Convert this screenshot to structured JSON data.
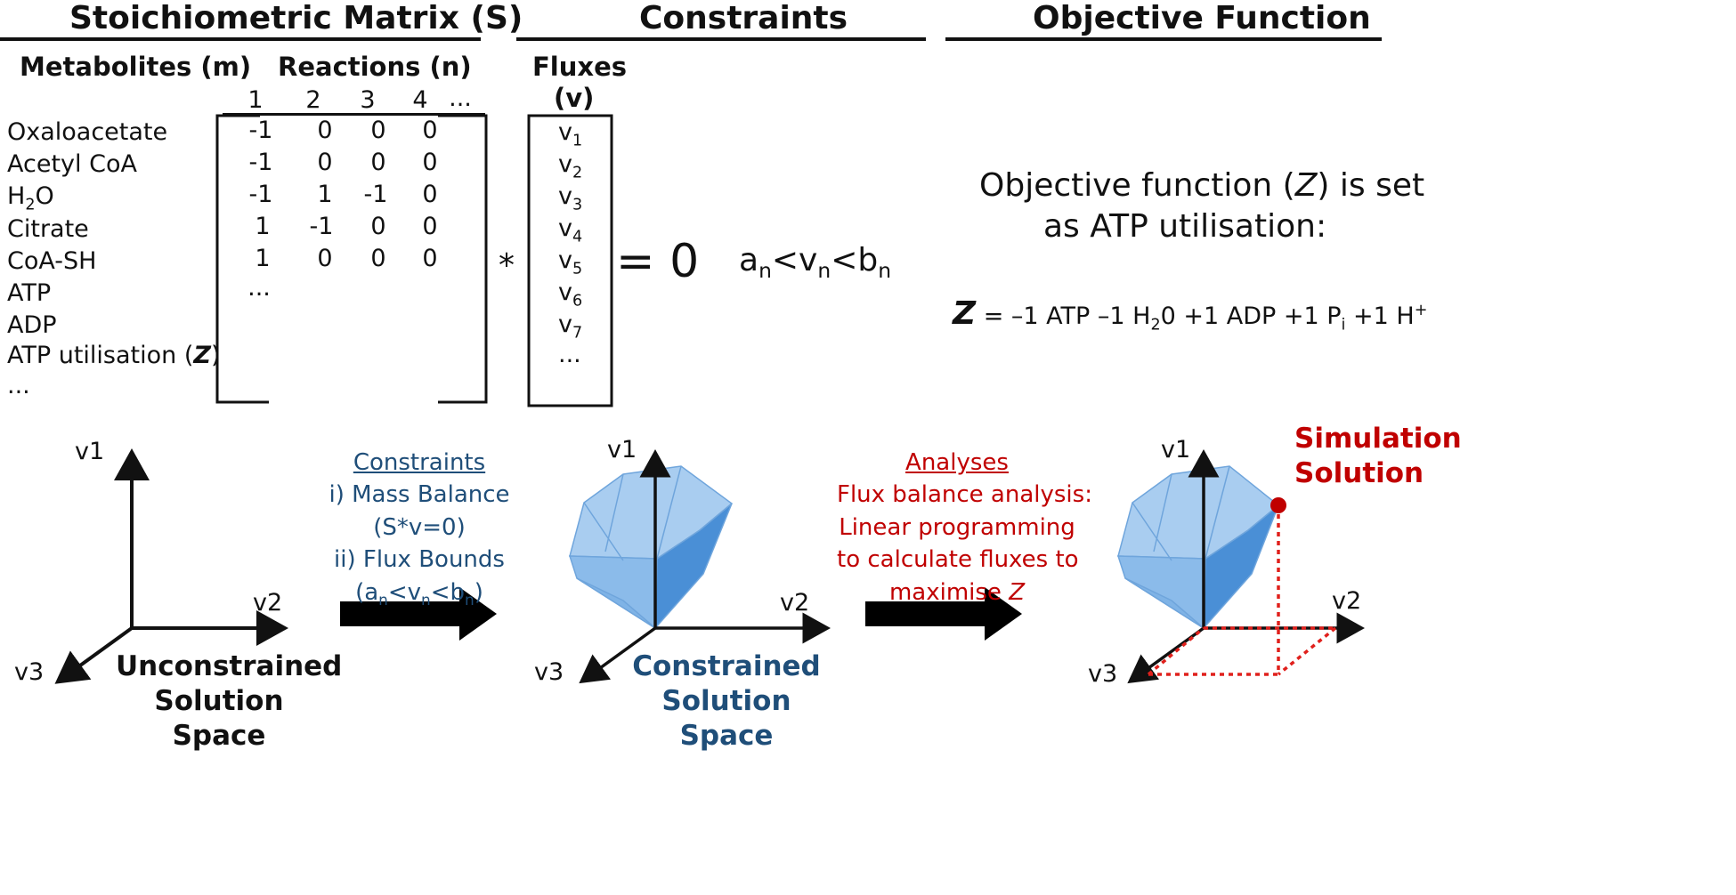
{
  "headers": {
    "stoich": "Stoichiometric Matrix (S)",
    "constraints": "Constraints",
    "objective": "Objective Function"
  },
  "matrix": {
    "metabolites_label": "Metabolites (m)",
    "reactions_label": "Reactions (n)",
    "fluxes_label": "Fluxes",
    "fluxes_sym": "(v)",
    "columns": [
      "1",
      "2",
      "3",
      "4",
      "..."
    ],
    "metabolites": [
      "Oxaloacetate",
      "Acetyl CoA",
      "H",
      "Citrate",
      "CoA-SH",
      "ATP",
      "ADP",
      "ATP utilisation (",
      "..."
    ],
    "h2o": {
      "base": "H",
      "sub": "2",
      "rest": "O"
    },
    "atp_util": {
      "pre": "ATP utilisation (",
      "z": "Z",
      "post": ")"
    },
    "rows": [
      [
        "-1",
        "0",
        "0",
        "0"
      ],
      [
        "-1",
        "0",
        "0",
        "0"
      ],
      [
        "-1",
        "1",
        "-1",
        "0"
      ],
      [
        "1",
        "-1",
        "0",
        "0"
      ],
      [
        "1",
        "0",
        "0",
        "0"
      ],
      [
        "..."
      ]
    ],
    "flux_entries": [
      {
        "v": "v",
        "s": "1"
      },
      {
        "v": "v",
        "s": "2"
      },
      {
        "v": "v",
        "s": "3"
      },
      {
        "v": "v",
        "s": "4"
      },
      {
        "v": "v",
        "s": "5"
      },
      {
        "v": "v",
        "s": "6"
      },
      {
        "v": "v",
        "s": "7"
      },
      {
        "v": "...",
        "s": ""
      }
    ],
    "times": "*",
    "equals": "= 0"
  },
  "constraint_expr": {
    "a": "a",
    "n1": "n",
    "lt1": "<v",
    "n2": "n",
    "lt2": "<b",
    "n3": "n"
  },
  "objective": {
    "line1": "Objective function (",
    "z": "Z",
    "line1b": ") is set",
    "line2": "as ATP utilisation:",
    "eq_z": "Z",
    "eq_rest_1": " = –1 ATP –1 H",
    "eq_sub2": "2",
    "eq_rest_2": "0 +1 ADP +1 P",
    "eq_subi": "i",
    "eq_rest_3": " +1 H",
    "eq_sup": "+"
  },
  "axes": {
    "v1": "v1",
    "v2": "v2",
    "v3": "v3"
  },
  "captions": {
    "unconstrained_1": "Unconstrained",
    "unconstrained_2": "Solution Space",
    "constrained_1": "Constrained",
    "constrained_2": "Solution Space",
    "simulation_1": "Simulation",
    "simulation_2": "Solution"
  },
  "constraints_box": {
    "title": "Constraints",
    "l1": "i) Mass Balance",
    "l2": "(S*v=0)",
    "l3": "ii) Flux Bounds",
    "l4a": "(a",
    "l4n1": "n",
    "l4b": "<v",
    "l4n2": "n",
    "l4c": "<b",
    "l4n3": "n",
    "l4d": ")"
  },
  "analyses_box": {
    "title": "Analyses",
    "l1": "Flux balance analysis:",
    "l2": "Linear  programming",
    "l3": "to calculate fluxes to",
    "l4": "maximise ",
    "l4z": "Z"
  },
  "colors": {
    "blue_text": "#1f4e79",
    "red_text": "#c00000",
    "polytope_light": "#a9cdf0",
    "polytope_mid": "#7fb3e6",
    "polytope_dark": "#4a8fd6",
    "polytope_edge": "#6fa5dc",
    "solution_dot": "#c00000"
  }
}
